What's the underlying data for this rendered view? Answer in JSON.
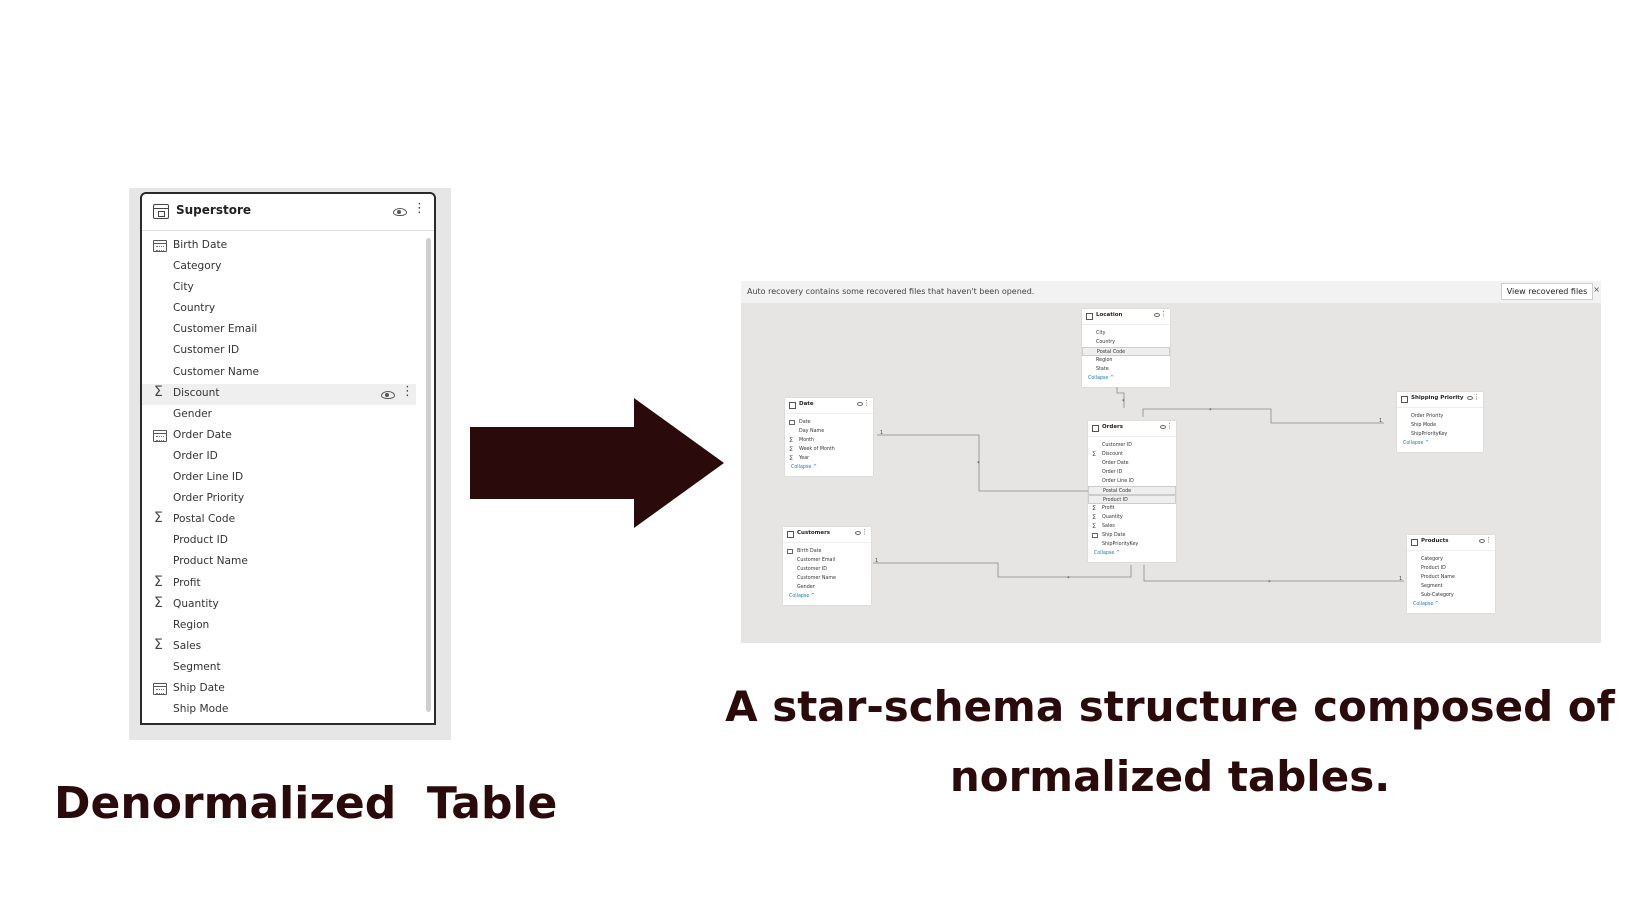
{
  "left_table": {
    "title": "Superstore",
    "fields": [
      {
        "label": "Birth Date",
        "icon": "calendar-icon"
      },
      {
        "label": "Category",
        "icon": ""
      },
      {
        "label": "City",
        "icon": ""
      },
      {
        "label": "Country",
        "icon": ""
      },
      {
        "label": "Customer Email",
        "icon": ""
      },
      {
        "label": "Customer ID",
        "icon": ""
      },
      {
        "label": "Customer Name",
        "icon": ""
      },
      {
        "label": "Discount",
        "icon": "sigma-icon",
        "highlighted": true
      },
      {
        "label": "Gender",
        "icon": ""
      },
      {
        "label": "Order Date",
        "icon": "calendar-icon"
      },
      {
        "label": "Order ID",
        "icon": ""
      },
      {
        "label": "Order Line ID",
        "icon": ""
      },
      {
        "label": "Order Priority",
        "icon": ""
      },
      {
        "label": "Postal Code",
        "icon": "sigma-icon"
      },
      {
        "label": "Product ID",
        "icon": ""
      },
      {
        "label": "Product Name",
        "icon": ""
      },
      {
        "label": "Profit",
        "icon": "sigma-icon"
      },
      {
        "label": "Quantity",
        "icon": "sigma-icon"
      },
      {
        "label": "Region",
        "icon": ""
      },
      {
        "label": "Sales",
        "icon": "sigma-icon"
      },
      {
        "label": "Segment",
        "icon": ""
      },
      {
        "label": "Ship Date",
        "icon": "calendar-icon"
      },
      {
        "label": "Ship Mode",
        "icon": ""
      }
    ]
  },
  "captions": {
    "left": "Denormalized  Table",
    "right_line1": "A star-schema structure composed of",
    "right_line2": "normalized tables."
  },
  "model_view": {
    "banner_text": "Auto recovery contains some recovered files that haven't been opened.",
    "banner_button": "View recovered files",
    "banner_close": "×",
    "collapse_label": "Collapse ^",
    "tables": {
      "location": {
        "title": "Location",
        "fields": [
          "City",
          "Country",
          "Postal Code",
          "Region",
          "State"
        ]
      },
      "date": {
        "title": "Date",
        "fields": [
          "Date",
          "Day Name",
          "Month",
          "Week of Month",
          "Year"
        ]
      },
      "orders": {
        "title": "Orders",
        "fields": [
          "Customer ID",
          "Discount",
          "Order Date",
          "Order ID",
          "Order Line ID",
          "Postal Code",
          "Product ID",
          "Profit",
          "Quantity",
          "Sales",
          "Ship Date",
          "ShipPriorityKey"
        ]
      },
      "shipping": {
        "title": "Shipping Priority",
        "fields": [
          "Order Priority",
          "Ship Mode",
          "ShipPriorityKey"
        ]
      },
      "customers": {
        "title": "Customers",
        "fields": [
          "Birth Date",
          "Customer Email",
          "Customer ID",
          "Customer Name",
          "Gender"
        ]
      },
      "products": {
        "title": "Products",
        "fields": [
          "Category",
          "Product ID",
          "Product Name",
          "Segment",
          "Sub-Category"
        ]
      }
    },
    "cardinality": {
      "one": "1",
      "many": "*"
    },
    "colors": {
      "arrow": "#2a0a0a",
      "canvas": "#e6e5e3",
      "link": "#1e7ab8"
    }
  }
}
